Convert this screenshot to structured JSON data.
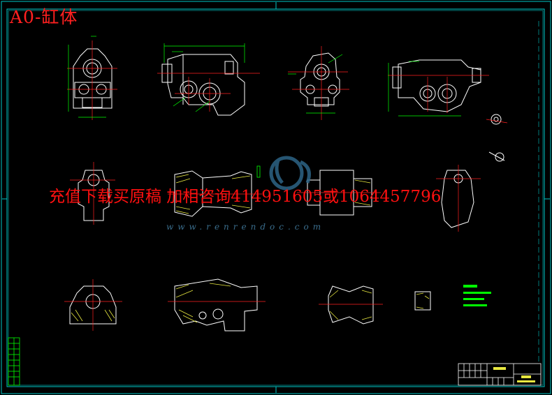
{
  "drawing": {
    "title": "A0-缸体",
    "overlay_text": "充值下载买原稿 加相咨询414951605或1064457796",
    "watermark_url": "www.renrendoc.com"
  },
  "colors": {
    "background": "#000000",
    "frame": "#00c8c8",
    "part_lines": "#ffffff",
    "center_lines": "#ff2020",
    "dimensions": "#00ff00",
    "hatch": "#e8e840",
    "title_red": "#ff2020"
  },
  "icons": [
    "renrendoc-logo-icon"
  ]
}
